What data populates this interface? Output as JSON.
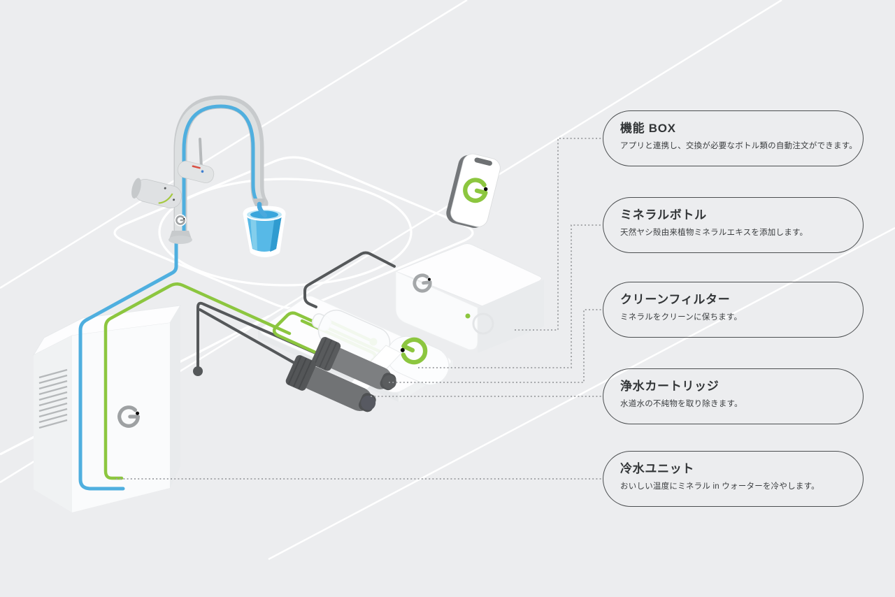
{
  "colors": {
    "background": "#ecedef",
    "callout_border": "#4b4e50",
    "title_text": "#323537",
    "description_text": "#3a3d3f",
    "accent_green": "#8cc63f",
    "water_blue": "#4fafdf",
    "dark_cable": "#55585a",
    "connector_gray": "#9b9da0"
  },
  "callouts": [
    {
      "title": "機能 BOX",
      "description": "アプリと連携し、交換が必要なボトル類の自動注文ができます。"
    },
    {
      "title": "ミネラルボトル",
      "description": "天然ヤシ殻由来植物ミネラルエキスを添加します。"
    },
    {
      "title": "クリーンフィルター",
      "description": "ミネラルをクリーンに保ちます。"
    },
    {
      "title": "浄水カートリッジ",
      "description": "水道水の不純物を取り除きます。"
    },
    {
      "title": "冷水ユニット",
      "description": "おいしい温度にミネラル in ウォーターを冷やします。"
    }
  ],
  "illustration": {
    "icon_names": [
      "faucet",
      "water-cup",
      "smartphone",
      "brand-g-logo",
      "wifi-signal",
      "function-box",
      "mineral-bottle",
      "tube-coil",
      "clean-filter-cartridge",
      "water-purifier-cartridge",
      "cooling-unit",
      "vent-grille",
      "sink-counter"
    ]
  }
}
